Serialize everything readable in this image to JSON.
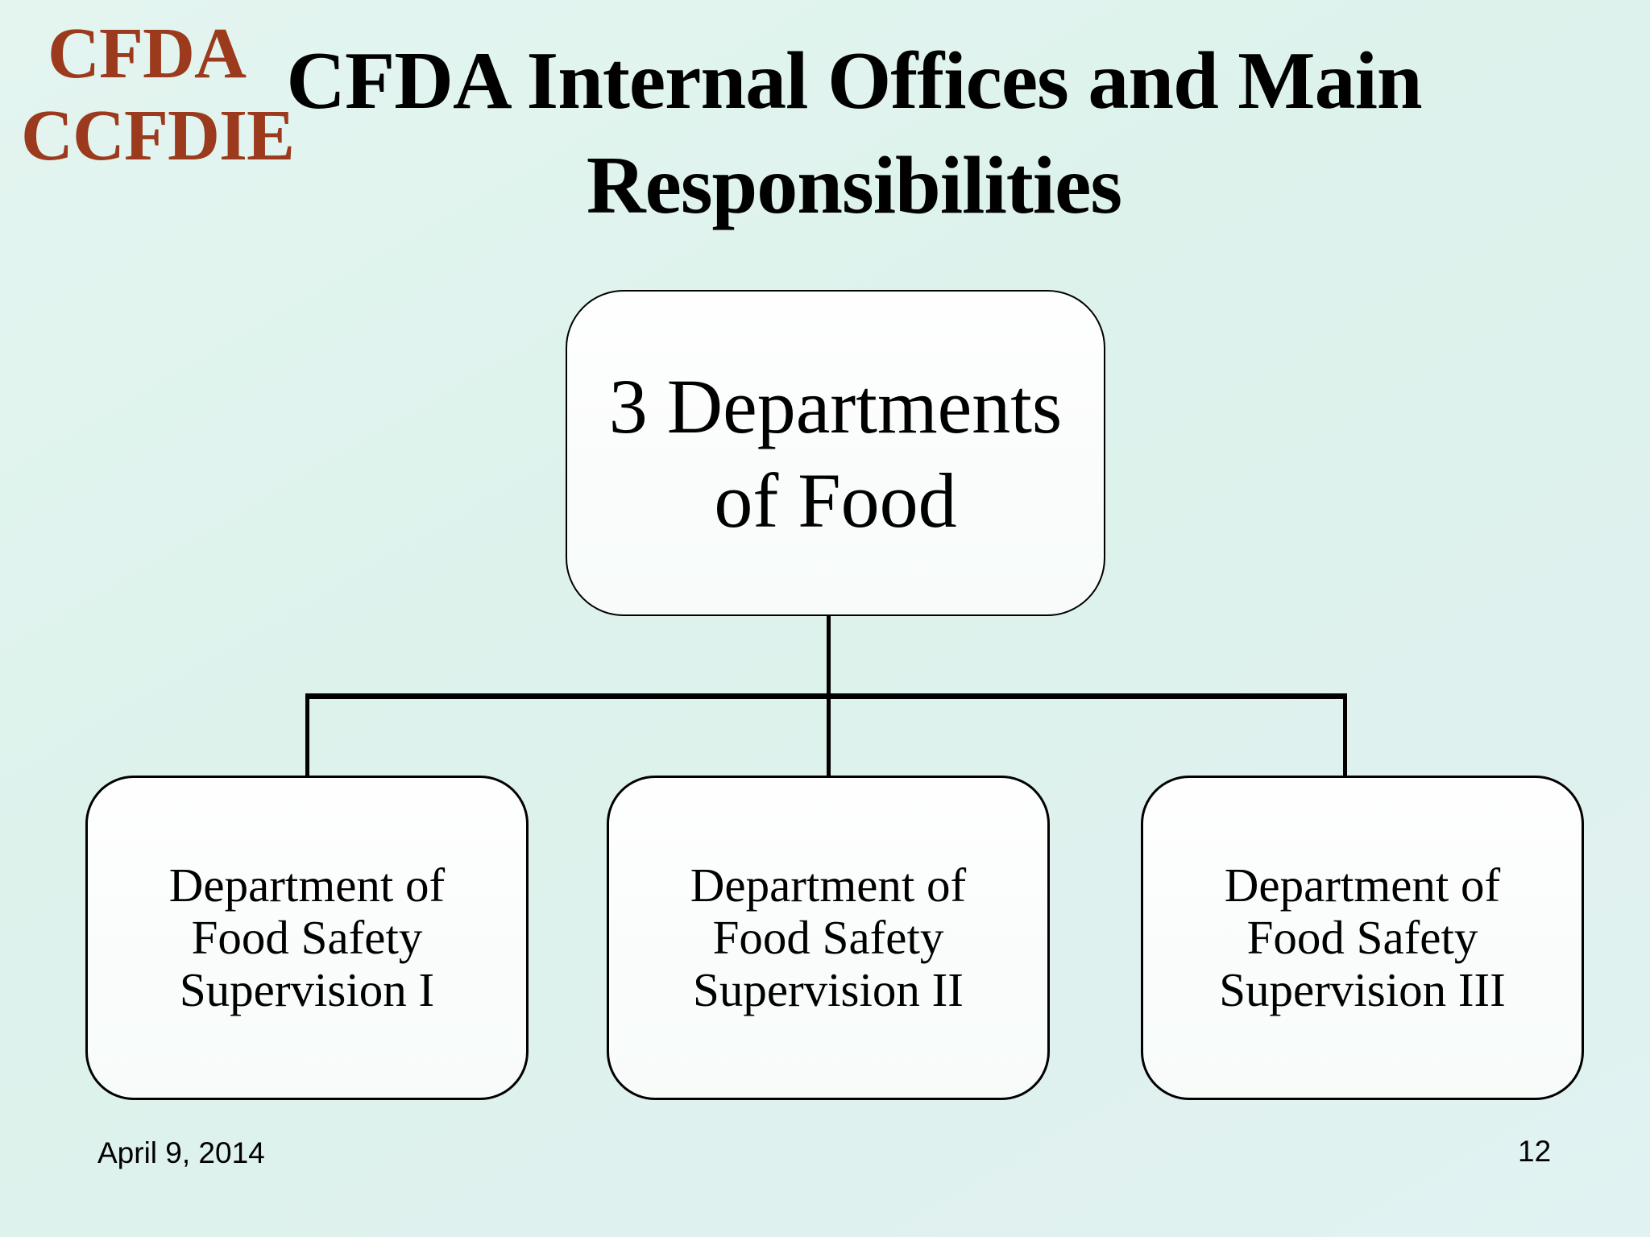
{
  "slide": {
    "logo": {
      "line1": "CFDA",
      "line2": "CCFDIE"
    },
    "title": {
      "text": "CFDA Internal Offices and Main Responsibilities",
      "lines": [
        "CFDA Internal Offices and Main",
        "Responsibilities"
      ]
    },
    "org_chart": {
      "root": {
        "label": "3 Departments of Food",
        "lines": [
          "3 Departments",
          "of Food"
        ]
      },
      "departments": [
        {
          "label": "Department of Food Safety Supervision I",
          "lines": [
            "Department of",
            "Food Safety",
            "Supervision I"
          ]
        },
        {
          "label": "Department of Food Safety Supervision II",
          "lines": [
            "Department of",
            "Food Safety",
            "Supervision II"
          ]
        },
        {
          "label": "Department of Food Safety Supervision III",
          "lines": [
            "Department of",
            "Food Safety",
            "Supervision III"
          ]
        }
      ]
    },
    "footer": {
      "date": "April 9, 2014",
      "page_number": "12"
    },
    "colors": {
      "background": "#dff2ee",
      "logo_text": "#9c3a1d",
      "title_text": "#000000",
      "box_fill": "#fdfefe",
      "box_border": "#000000",
      "connector": "#000000"
    }
  }
}
